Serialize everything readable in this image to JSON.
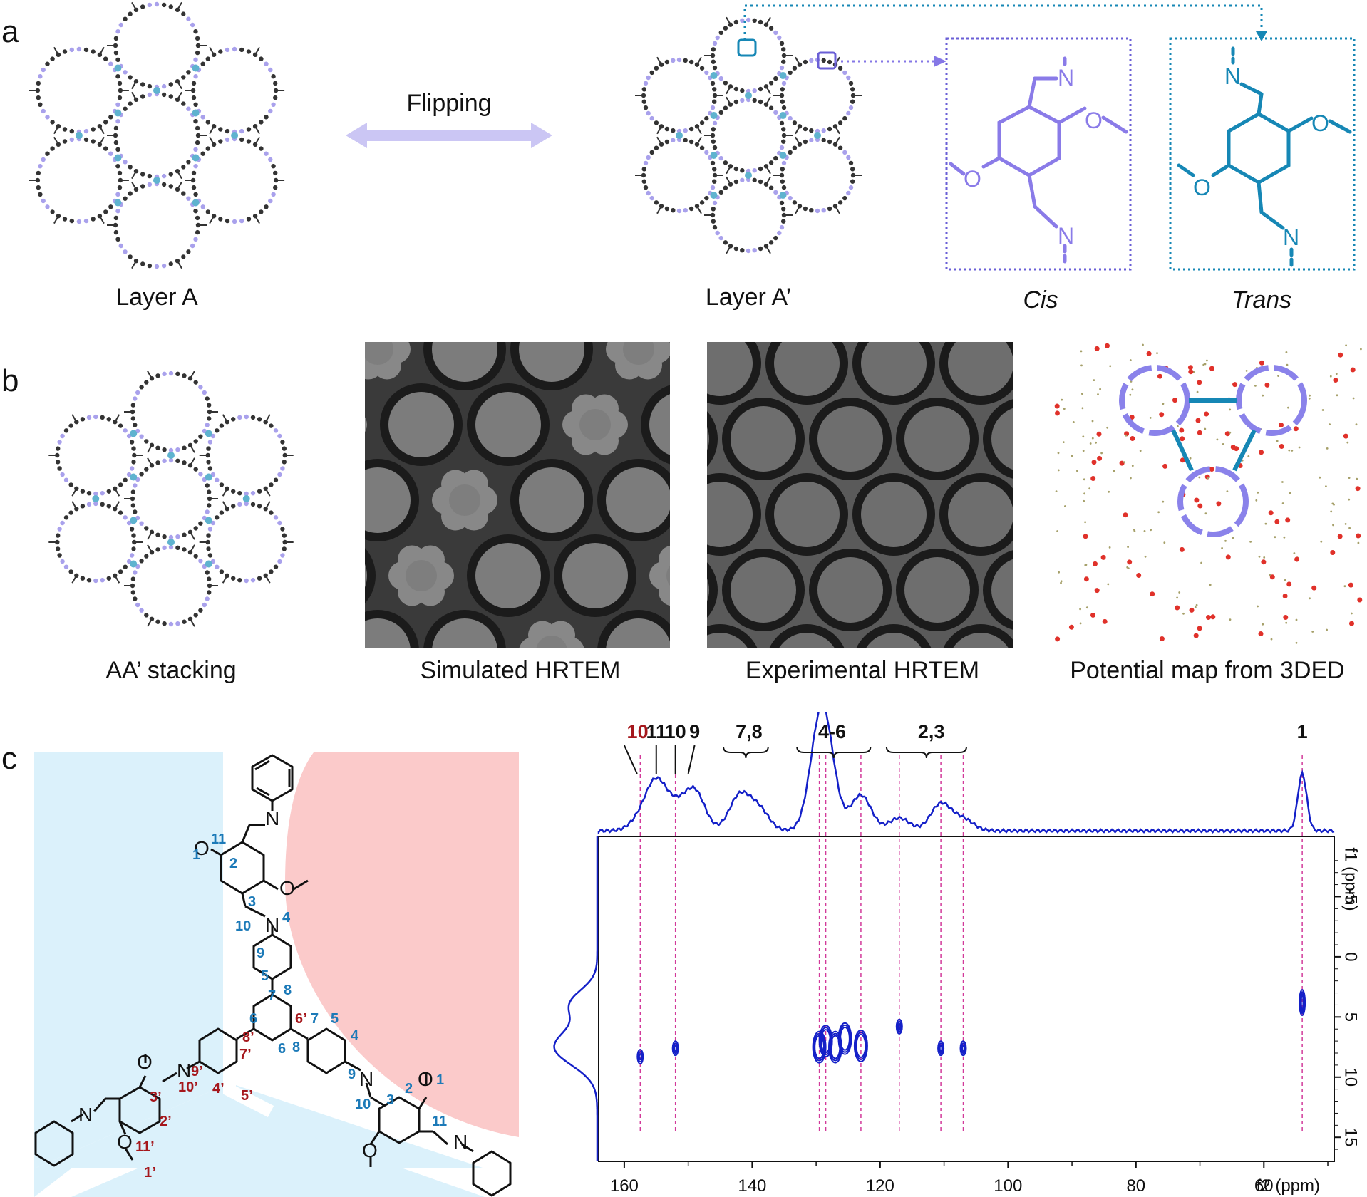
{
  "panels": {
    "a": {
      "letter": "a",
      "layer_a": "Layer A",
      "layer_a_prime": "Layer A’",
      "flipping": "Flipping",
      "cis": "Cis",
      "trans": "Trans",
      "cis_color": "#7b6fe0",
      "trans_color": "#1687b5"
    },
    "b": {
      "letter": "b",
      "aa_stacking": "AA’ stacking",
      "sim_hrtem": "Simulated HRTEM",
      "exp_hrtem": "Experimental HRTEM",
      "potential_map": "Potential map from 3DED"
    },
    "c": {
      "letter": "c",
      "mol_labels_blue": [
        "1",
        "11",
        "2",
        "3",
        "10",
        "4",
        "9",
        "5",
        "7",
        "8",
        "6",
        "6",
        "8",
        "7",
        "5",
        "4",
        "9",
        "10",
        "3",
        "2",
        "11",
        "1"
      ],
      "mol_labels_red": [
        "6’",
        "8’",
        "7’",
        "9’",
        "10’",
        "4’",
        "5’",
        "3’",
        "2’",
        "11’",
        "1’"
      ],
      "atom_o": "O",
      "atom_n": "N",
      "peak_labels": [
        "10’",
        "11",
        "10",
        "9",
        "7,8",
        "4-6",
        "2,3",
        "1"
      ],
      "x_ticks": [
        "160",
        "140",
        "120",
        "100",
        "80",
        "60"
      ],
      "x_axis_label": "f2 (ppm)",
      "y_ticks": [
        "-5",
        "0",
        "5",
        "10",
        "15"
      ],
      "y_axis_label": "f1 (ppm)",
      "spectrum_color": "#1420c8",
      "guide_color": "#d23a9a",
      "highlight_color": "#a5171c"
    }
  },
  "chart_data": {
    "type": "scatter",
    "title": "",
    "xlabel": "f2 (ppm)",
    "ylabel": "f1 (ppm)",
    "xlim": [
      164,
      49
    ],
    "ylim": [
      -10,
      17
    ],
    "x_tick_labels": [
      160,
      140,
      120,
      100,
      80,
      60
    ],
    "y_tick_labels": [
      -5,
      0,
      5,
      10,
      15
    ],
    "series": [
      {
        "name": "",
        "x": [
          157.5,
          152,
          129.5,
          128.5,
          127,
          125.5,
          123,
          117,
          110.5,
          107,
          54
        ],
        "y": [
          8.3,
          7.6,
          7.5,
          7.0,
          7.5,
          6.8,
          7.4,
          5.8,
          7.6,
          7.6,
          3.8
        ]
      }
    ],
    "f2_projection_peaks_ppm": [
      157.5,
      155,
      152,
      149,
      142,
      139,
      129.5,
      128.5,
      123,
      117,
      110.5,
      107,
      54
    ],
    "f2_projection_heights": [
      0.15,
      0.65,
      0.28,
      0.55,
      0.48,
      0.3,
      1.0,
      0.85,
      0.5,
      0.18,
      0.38,
      0.16,
      0.8
    ],
    "f1_projection_peaks_ppm": [
      3.9,
      7.5
    ],
    "guide_lines_ppm": [
      157.5,
      152,
      129.5,
      128.5,
      123,
      117,
      110.5,
      107,
      54
    ]
  }
}
